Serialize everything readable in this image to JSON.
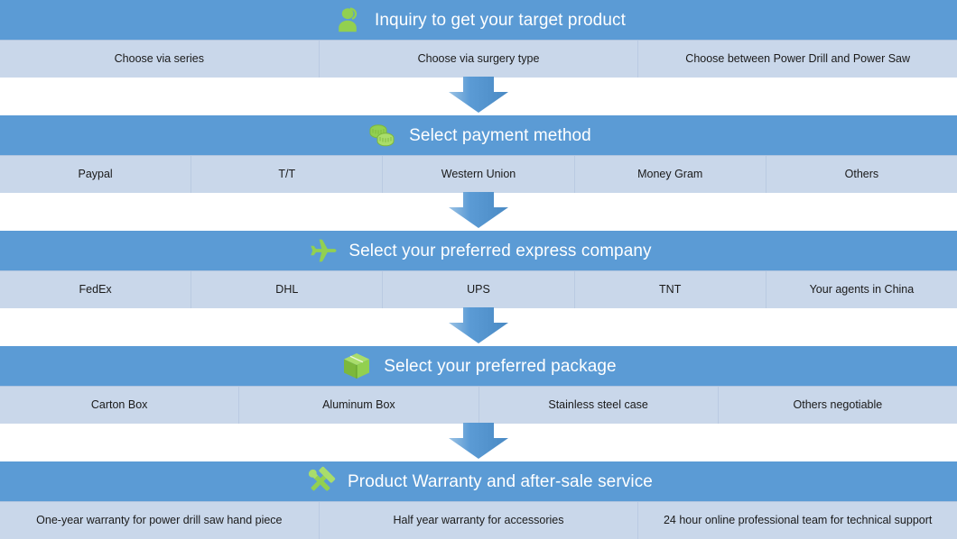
{
  "colors": {
    "header_blue": "#5B9BD5",
    "option_row": "#C9D7EA",
    "icon_green": "#92D050",
    "title_text": "#FFFFFF",
    "option_text": "#1A1A1A",
    "arrow_blue": "#5B9BD5",
    "background": "#FFFFFF"
  },
  "steps": [
    {
      "icon": "support-agent-icon",
      "title": "Inquiry to get your target product",
      "options": [
        "Choose via series",
        "Choose via surgery type",
        "Choose  between Power Drill and Power Saw"
      ]
    },
    {
      "icon": "coins-icon",
      "title": "Select payment method",
      "options": [
        "Paypal",
        "T/T",
        "Western Union",
        "Money Gram",
        "Others"
      ]
    },
    {
      "icon": "airplane-icon",
      "title": "Select your preferred express company",
      "options": [
        "FedEx",
        "DHL",
        "UPS",
        "TNT",
        "Your agents in China"
      ]
    },
    {
      "icon": "package-box-icon",
      "title": "Select your preferred package",
      "options": [
        "Carton Box",
        "Aluminum Box",
        "Stainless steel case",
        "Others negotiable"
      ]
    },
    {
      "icon": "tools-icon",
      "title": "Product Warranty and after-sale service",
      "options": [
        "One-year warranty for power drill saw hand piece",
        "Half year warranty for accessories",
        "24 hour online professional team for technical support"
      ]
    }
  ],
  "connectors": [
    "down-arrow-icon",
    "down-arrow-icon",
    "down-arrow-icon",
    "down-arrow-icon"
  ]
}
